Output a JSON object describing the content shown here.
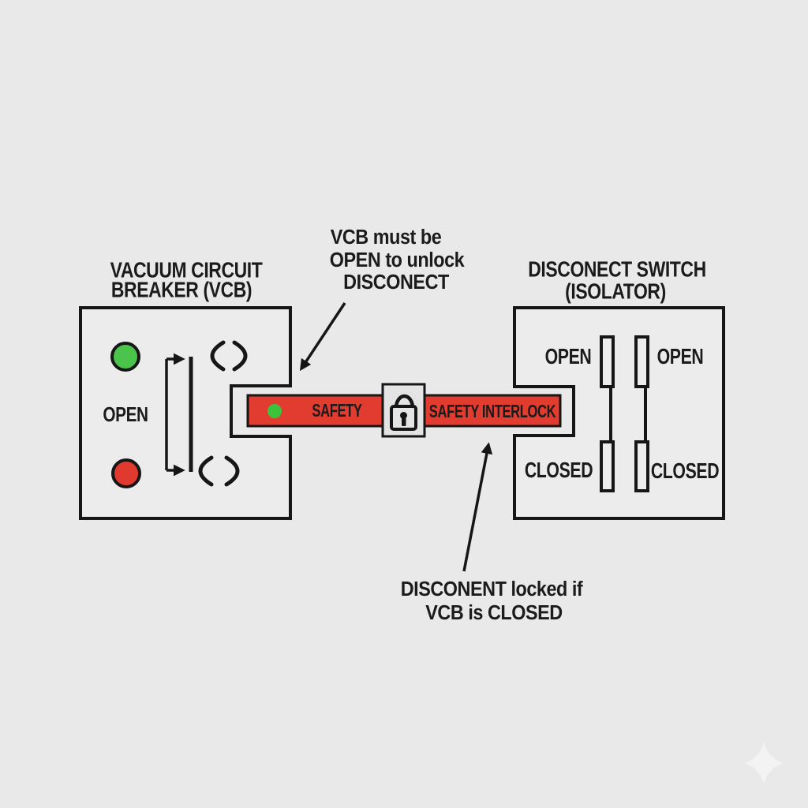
{
  "diagram": {
    "background_color": "#e9e9e9",
    "colors": {
      "box_fill": "#ececec",
      "outline": "#161616",
      "text": "#1b1b1b",
      "interlock_red": "#e23b2f",
      "bar_dot_green": "#3cc33c",
      "indicator_green": "#4ac44a",
      "indicator_red": "#e03a2f",
      "lock_fill": "#e4e4e4",
      "watermark": "#f3f3f3"
    },
    "vcb_panel": {
      "title_line1": "VACUUM CIRCUIT",
      "title_line2": "BREAKER (VCB)",
      "state_label": "OPEN"
    },
    "disconnect_panel": {
      "title_line1": "DISCONECT SWITCH",
      "title_line2": "(ISOLATOR)",
      "left_blade_open_label": "OPEN",
      "right_blade_open_label": "OPEN",
      "left_blade_closed_label": "CLOSED",
      "right_blade_closed_label": "CLOSED"
    },
    "interlock": {
      "left_segment_label": "SAFETY",
      "right_segment_label": "SAFETY INTERLOCK",
      "lock_icon": "padlock-icon"
    },
    "annotations": {
      "top_note": {
        "line1": "VCB must be",
        "line2": "OPEN to unlock",
        "line3": "DISCONECT"
      },
      "bottom_note": {
        "line1": "DISCONENT locked if",
        "line2": "VCB is CLOSED"
      }
    }
  }
}
